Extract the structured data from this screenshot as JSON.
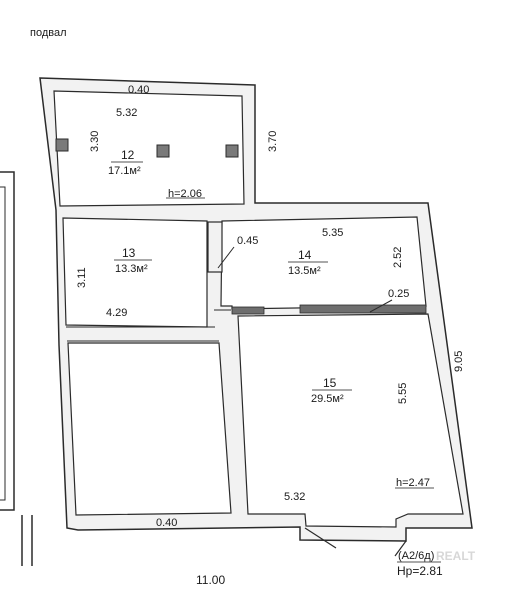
{
  "header": {
    "title": "подвал"
  },
  "rooms": [
    {
      "id": "12",
      "area": "17.1м²"
    },
    {
      "id": "13",
      "area": "13.3м²"
    },
    {
      "id": "14",
      "area": "13.5м²"
    },
    {
      "id": "15",
      "area": "29.5м²"
    }
  ],
  "dimensions": {
    "top_wall": "0.40",
    "room12_width": "5.32",
    "room12_height_left": "3.30",
    "room12_height_right": "3.70",
    "partition_045": "0.45",
    "room14_width": "5.35",
    "room14_height": "2.52",
    "room13_height": "3.11",
    "room13_width": "4.29",
    "wall_025": "0.25",
    "right_total": "9.05",
    "room15_height": "5.55",
    "bottom_width": "5.32",
    "bottom_wall": "0.40",
    "overall_width": "11.00"
  },
  "heights": {
    "room12": "h=2.06",
    "room15": "h=2.47"
  },
  "stamp": {
    "code": "(A2/6д)",
    "hp": "Hp=2.81",
    "watermark": "REALT"
  },
  "colors": {
    "wall_fill": "#f2f2f2",
    "wall_stroke": "#2b2b2b",
    "column_fill": "#7a7a7a",
    "beam_fill": "#6e6e6e"
  }
}
